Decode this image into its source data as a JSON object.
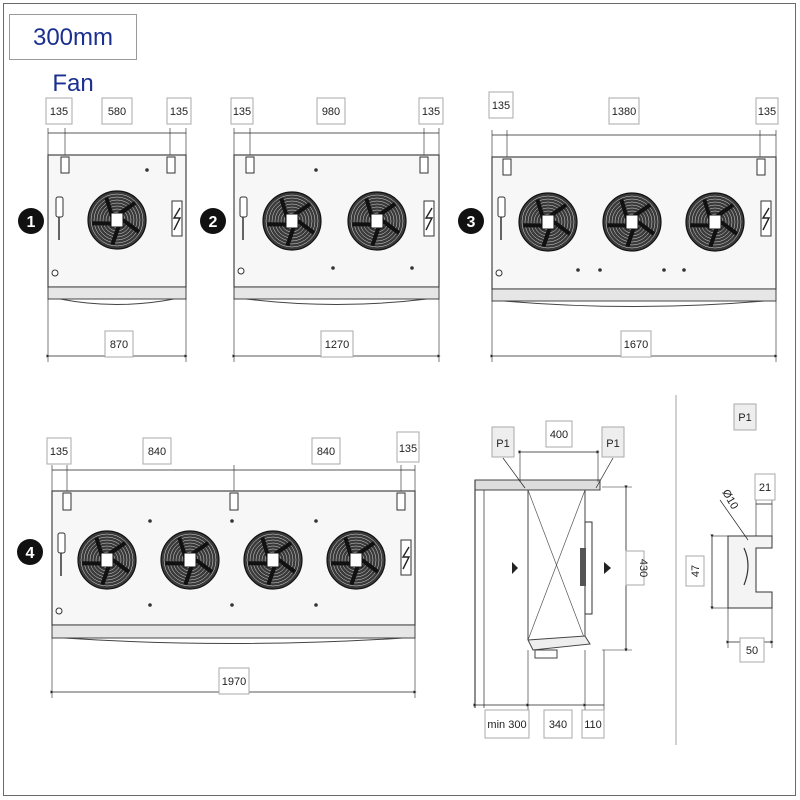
{
  "title": "300mm Fan",
  "units": [
    {
      "badge": "1",
      "fans": 1,
      "dims": {
        "left_margin": "135",
        "spacing": "580",
        "right_margin": "135",
        "overall": "870"
      }
    },
    {
      "badge": "2",
      "fans": 2,
      "dims": {
        "left_margin": "135",
        "spacing": "980",
        "right_margin": "135",
        "overall": "1270"
      }
    },
    {
      "badge": "3",
      "fans": 3,
      "dims": {
        "left_margin": "135",
        "spacing": "1380",
        "right_margin": "135",
        "overall": "1670"
      }
    },
    {
      "badge": "4",
      "fans": 4,
      "dims": {
        "left_margin": "135",
        "spacing_1": "840",
        "spacing_2": "840",
        "right_margin": "135",
        "overall": "1970"
      }
    }
  ],
  "side_view": {
    "p1_left": "P1",
    "p1_right": "P1",
    "width_top": "400",
    "height": "430",
    "clearance": "min 300",
    "depth_1": "340",
    "depth_2": "110"
  },
  "bracket_detail": {
    "label": "P1",
    "hole": "Ø10",
    "width_small": "21",
    "height": "47",
    "width": "50"
  }
}
